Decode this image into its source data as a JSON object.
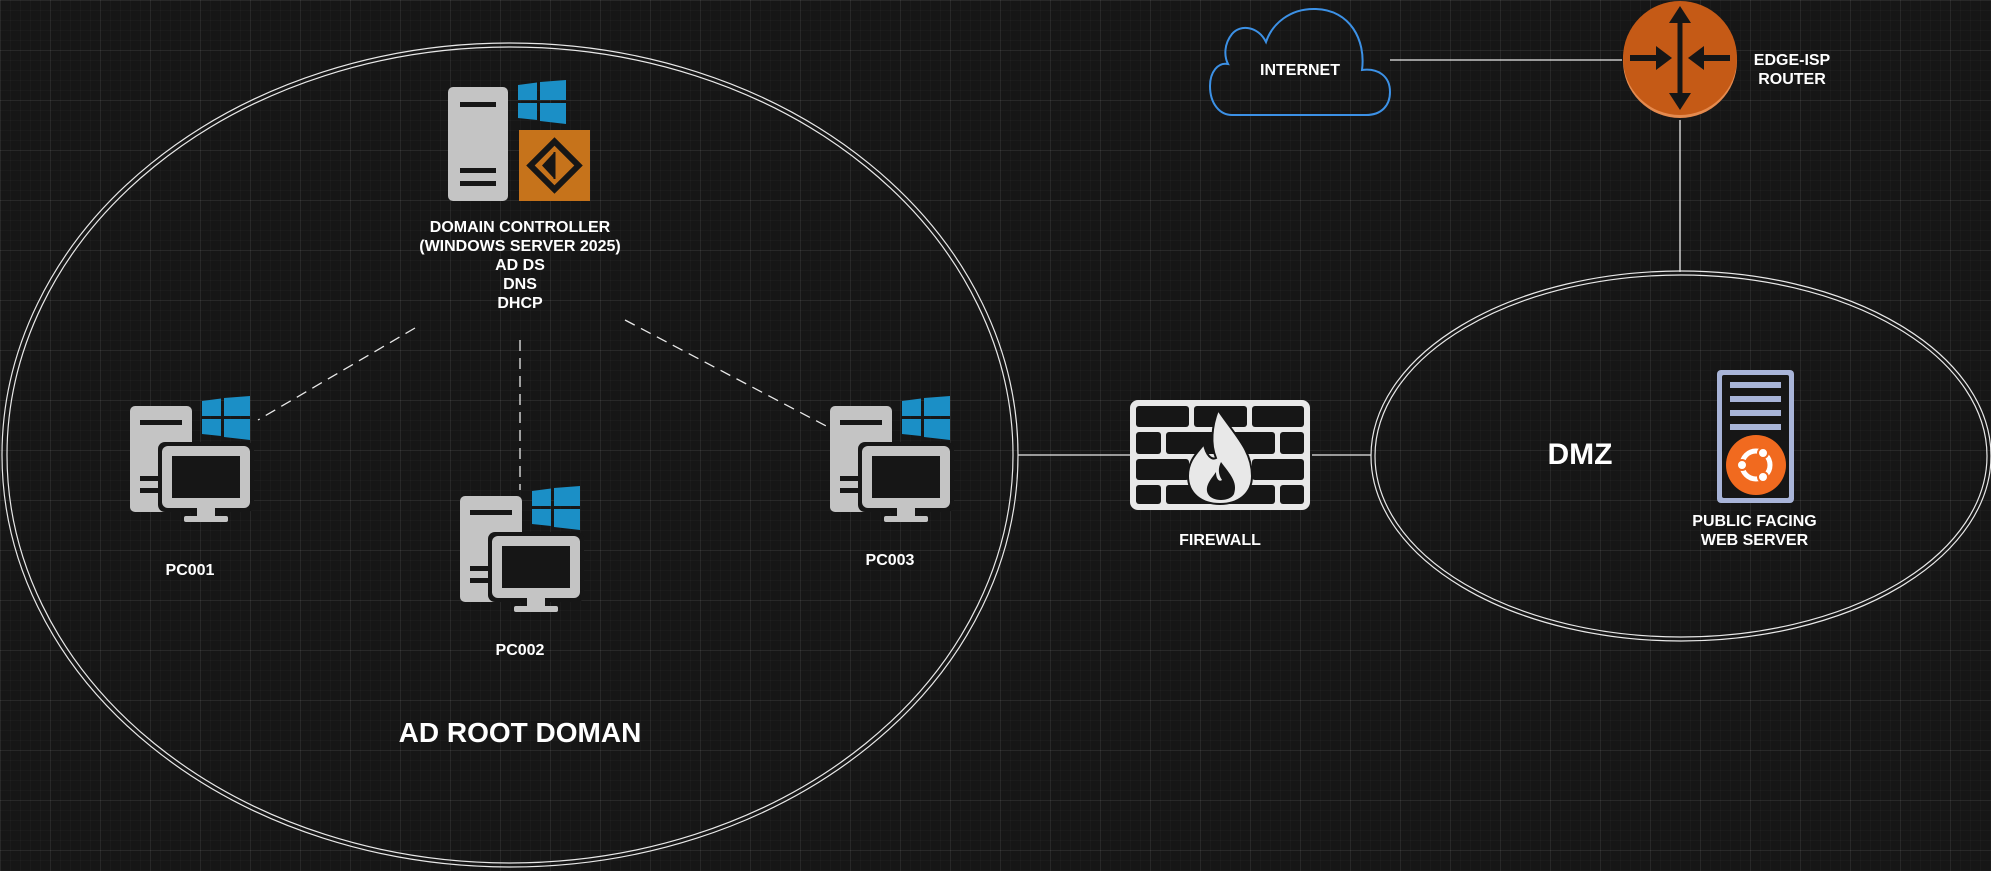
{
  "zones": {
    "ad_domain": {
      "label": "AD ROOT DOMAN"
    },
    "dmz": {
      "label": "DMZ"
    }
  },
  "nodes": {
    "domain_controller": {
      "icon": "windows-server-ad-icon",
      "lines": [
        "DOMAIN CONTROLLER",
        "(WINDOWS SERVER 2025)",
        "AD DS",
        "DNS",
        "DHCP"
      ]
    },
    "pc001": {
      "icon": "windows-workstation-icon",
      "label": "PC001"
    },
    "pc002": {
      "icon": "windows-workstation-icon",
      "label": "PC002"
    },
    "pc003": {
      "icon": "windows-workstation-icon",
      "label": "PC003"
    },
    "firewall": {
      "icon": "firewall-icon",
      "label": "FIREWALL"
    },
    "internet": {
      "icon": "cloud-icon",
      "label": "INTERNET"
    },
    "router": {
      "icon": "router-icon",
      "lines": [
        "EDGE-ISP",
        "ROUTER"
      ]
    },
    "web_server": {
      "icon": "ubuntu-server-icon",
      "lines": [
        "PUBLIC FACING",
        "WEB SERVER"
      ]
    }
  },
  "colors": {
    "background": "#161616",
    "line": "#e8e8e8",
    "windows_blue": "#1b8fc6",
    "server_gray": "#c4c4c4",
    "ad_orange": "#c6731b",
    "router_orange": "#c55a16",
    "cloud_blue": "#3c91e6",
    "ubuntu_orange": "#f16a1f",
    "server_frame": "#a8b4d8"
  }
}
